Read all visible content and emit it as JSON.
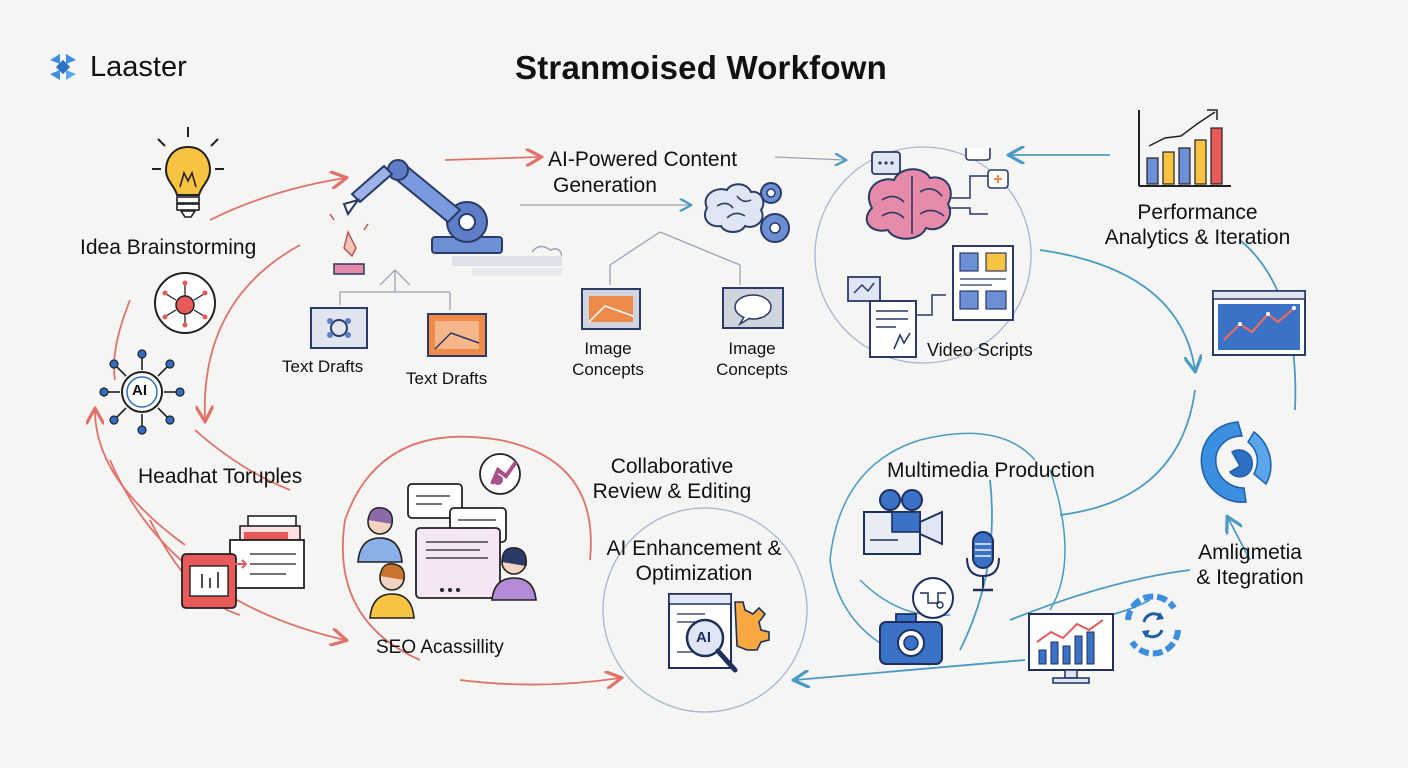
{
  "brand": {
    "name": "Laaster"
  },
  "title": "Stranmoised Workfown",
  "nodes": {
    "idea": "Idea Brainstorming",
    "ai_content_1": "AI-Powered Content",
    "ai_content_2": "Generation",
    "text_drafts_a": "Text Drafts",
    "text_drafts_b": "Text Drafts",
    "image_concepts_a_1": "Image",
    "image_concepts_a_2": "Concepts",
    "image_concepts_b_1": "Image",
    "image_concepts_b_2": "Concepts",
    "video_scripts": "Video Scripts",
    "performance_1": "Performance",
    "performance_2": "Analytics & Iteration",
    "headhat": "Headhat Toruples",
    "collab_1": "Collaborative",
    "collab_2": "Review & Editing",
    "enhance_1": "AI Enhancement &",
    "enhance_2": "Optimization",
    "multimedia": "Multimedia Production",
    "amligmetia_1": "Amligmetia",
    "amligmetia_2": "& Itegration",
    "seo": "SEO Acassillity",
    "ai_badge_1": "AI",
    "ai_badge_2": "AI"
  },
  "colors": {
    "red_flow": "#e0726a",
    "blue_flow": "#4a9ac4",
    "brand_blue": "#3b8ee0",
    "accent_orange": "#f08a4b",
    "brain_pink": "#e58aa8"
  },
  "icons": [
    "logo-icon",
    "lightbulb-icon",
    "robot-arm-icon",
    "brain-gears-icon",
    "brain-icon",
    "chart-icon",
    "line-chart-panel-icon",
    "swirl-icon",
    "sync-icon",
    "monitor-chart-icon",
    "camera-icon",
    "video-camera-icon",
    "microphone-icon",
    "ai-magnifier-icon",
    "team-chat-icon",
    "folders-icon",
    "ai-network-icon",
    "idea-brain-icon"
  ]
}
